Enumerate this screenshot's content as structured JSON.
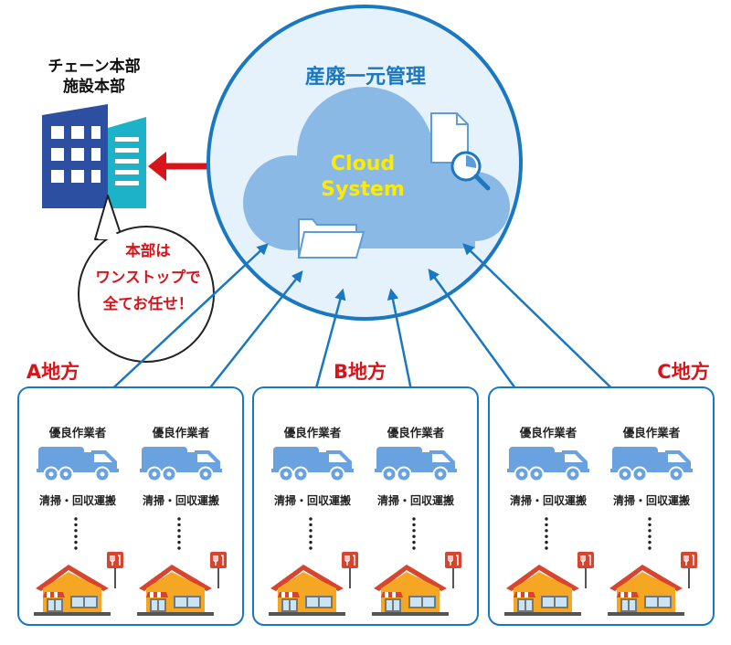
{
  "headquarters": {
    "title_lines": [
      "チェーン本部",
      "施設本部"
    ],
    "speech_lines": [
      "本部は",
      "ワンストップで",
      "全てお任せ！"
    ]
  },
  "system": {
    "title": "産廃一元管理",
    "cloud_lines": [
      "Cloud",
      "System"
    ]
  },
  "regions": [
    {
      "label": "A地方",
      "units": [
        {
          "worker": "優良作業者",
          "task": "清掃・回収運搬"
        },
        {
          "worker": "優良作業者",
          "task": "清掃・回収運搬"
        }
      ]
    },
    {
      "label": "B地方",
      "units": [
        {
          "worker": "優良作業者",
          "task": "清掃・回収運搬"
        },
        {
          "worker": "優良作業者",
          "task": "清掃・回収運搬"
        }
      ]
    },
    {
      "label": "C地方",
      "units": [
        {
          "worker": "優良作業者",
          "task": "清掃・回収運搬"
        },
        {
          "worker": "優良作業者",
          "task": "清掃・回収運搬"
        }
      ]
    }
  ],
  "colors": {
    "accent_blue": "#1a78c2",
    "cloud_blue": "#8ab9e6",
    "circle_fill": "#e6f2fb",
    "link_red": "#d8141b",
    "truck_blue": "#69a2df",
    "house_orange": "#f5a623",
    "roof_red": "#d7452e",
    "sign_red": "#d7452e"
  }
}
